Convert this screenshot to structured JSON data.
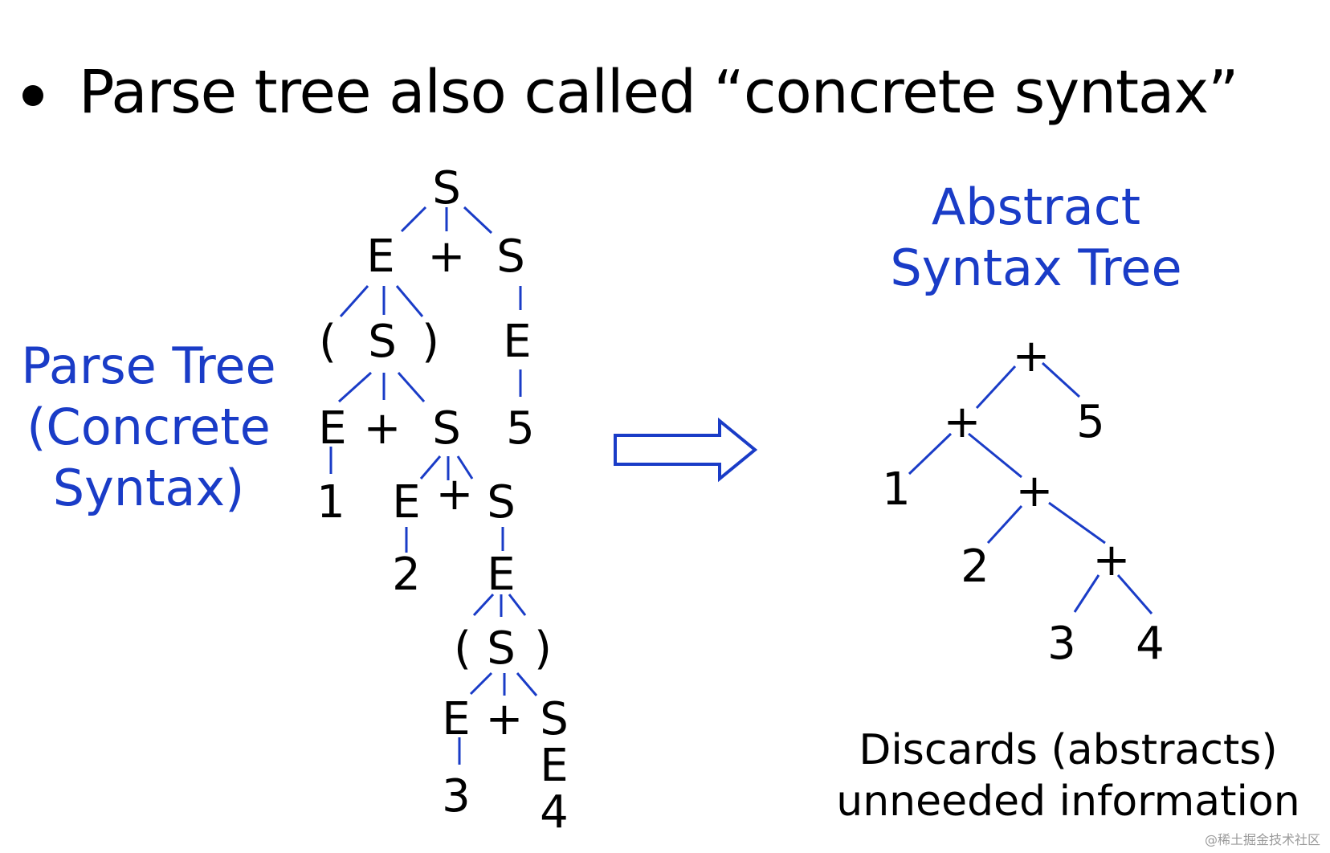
{
  "bullet": {
    "text": "Parse tree also called “concrete syntax”"
  },
  "parse_tree": {
    "label_lines": [
      "Parse Tree",
      "(Concrete",
      "Syntax)"
    ],
    "nodes": {
      "s1": "S",
      "e1": "E",
      "plus1": "+",
      "s2": "S",
      "lp1": "(",
      "s3": "S",
      "rp1": ")",
      "e2": "E",
      "e3": "E",
      "plus2": "+",
      "s4": "S",
      "n5": "5",
      "n1": "1",
      "e4": "E",
      "plus3": "+",
      "s5": "S",
      "n2": "2",
      "e5": "E",
      "lp2": "(",
      "s6": "S",
      "rp2": ")",
      "e6": "E",
      "plus4": "+",
      "s7": "S",
      "n3": "3",
      "e7": "E",
      "n4": "4"
    }
  },
  "arrow": {
    "icon": "right-outline-arrow-icon"
  },
  "ast": {
    "label_lines": [
      "Abstract",
      "Syntax Tree"
    ],
    "nodes": {
      "plus_a": "+",
      "n5": "5",
      "plus_b": "+",
      "n1": "1",
      "plus_c": "+",
      "n2": "2",
      "plus_d": "+",
      "n3": "3",
      "n4": "4"
    }
  },
  "caption_lines": [
    "Discards (abstracts)",
    "unneeded information"
  ],
  "watermark": "@稀土掘金技术社区",
  "colors": {
    "accent_blue": "#1a3cc7",
    "text": "#000000",
    "background": "#ffffff"
  }
}
